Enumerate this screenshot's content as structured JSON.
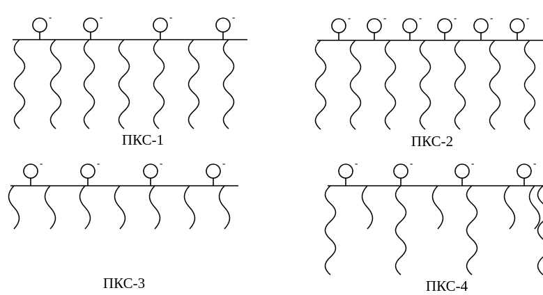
{
  "panels": [
    {
      "caption": "ПКС-1",
      "charge": "-",
      "head_count": 4,
      "tail_count": 7,
      "tail_lengths": [
        "long",
        "long",
        "long",
        "long",
        "long",
        "long",
        "long"
      ]
    },
    {
      "caption": "ПКС-2",
      "charge": "-",
      "head_count": 6,
      "tail_count": 7,
      "tail_lengths": [
        "long",
        "long",
        "long",
        "long",
        "long",
        "long",
        "long"
      ]
    },
    {
      "caption": "ПКС-3",
      "charge": "-",
      "head_count": 4,
      "tail_count": 7,
      "tail_lengths": [
        "short",
        "short",
        "short",
        "short",
        "short",
        "short",
        "short"
      ]
    },
    {
      "caption": "ПКС-4",
      "charge": "-",
      "head_count": 4,
      "tail_count": 8,
      "tail_lengths": [
        "long",
        "short",
        "long",
        "short",
        "long",
        "short",
        "short",
        "long"
      ]
    }
  ]
}
